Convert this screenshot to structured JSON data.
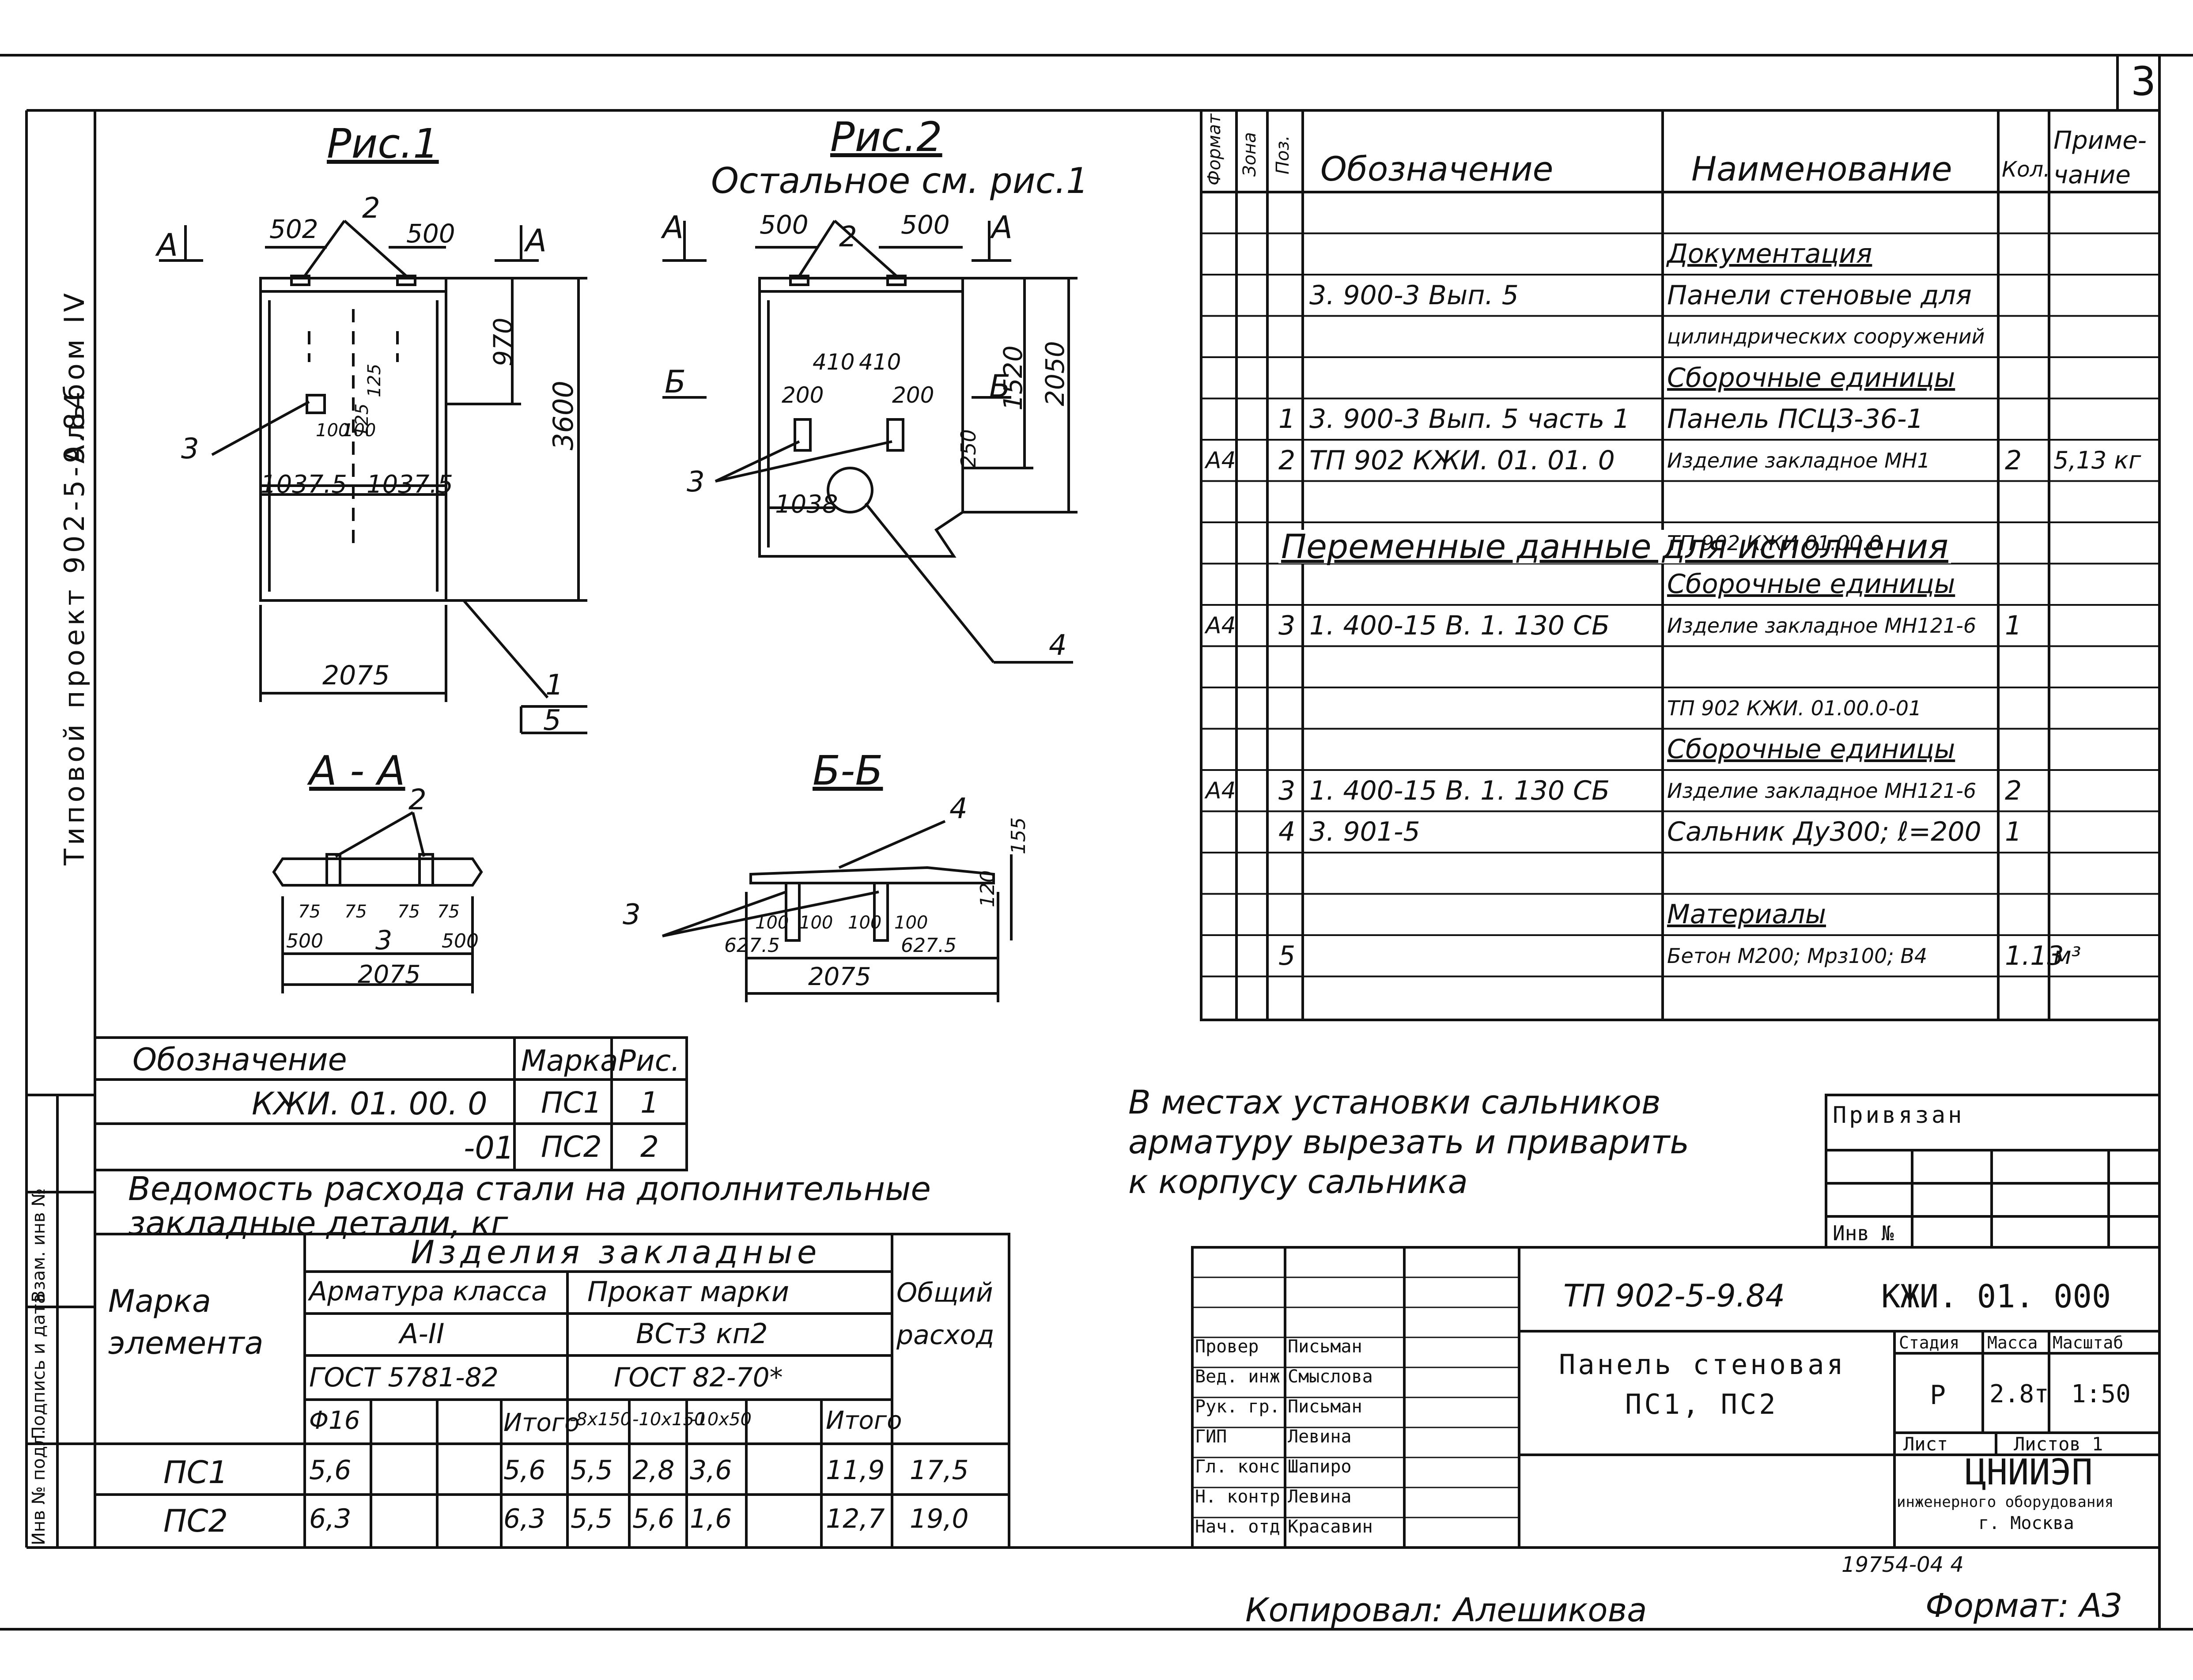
{
  "sheet": {
    "number": "3",
    "side_strip": {
      "project": "Типовой проект 902-5-9.84",
      "album": "Альбом IV",
      "inv_fields": [
        "Инв № подл.",
        "Подпись и дата",
        "Взам. инв №"
      ]
    }
  },
  "figures": {
    "fig1": {
      "title": "Рис.1",
      "dims": [
        "502",
        "500",
        "970",
        "3600",
        "125",
        "125",
        "100",
        "100",
        "1037.5",
        "1037.5",
        "2075"
      ],
      "section_marks": [
        "A",
        "A"
      ],
      "callouts": [
        "2",
        "3",
        "1",
        "5"
      ]
    },
    "fig2": {
      "title": "Рис.2",
      "subtitle": "Остальное см. рис.1",
      "dims": [
        "500",
        "500",
        "1520",
        "2050",
        "410",
        "410",
        "200",
        "200",
        "250",
        "1038"
      ],
      "section_marks": [
        "A",
        "A",
        "Б",
        "Б"
      ],
      "callouts": [
        "2",
        "3",
        "4"
      ]
    },
    "section_aa": {
      "title": "А - А",
      "dims": [
        "75",
        "75",
        "75",
        "75",
        "500",
        "500",
        "2075"
      ],
      "callouts": [
        "2",
        "3"
      ]
    },
    "section_bb": {
      "title": "Б-Б",
      "dims": [
        "155",
        "120",
        "100",
        "100",
        "100",
        "100",
        "627.5",
        "627.5",
        "2075"
      ],
      "callouts": [
        "4",
        "3"
      ]
    }
  },
  "spec_table": {
    "headers": [
      "Формат",
      "Зона",
      "Поз.",
      "Обозначение",
      "Наименование",
      "Кол.",
      "Приме-\nчание"
    ],
    "rows": [
      [
        "",
        "",
        "",
        "",
        "",
        "",
        ""
      ],
      [
        "",
        "",
        "",
        "",
        "Документация",
        "",
        ""
      ],
      [
        "",
        "",
        "",
        "3. 900-3  Вып. 5",
        "Панели стеновые для",
        "",
        ""
      ],
      [
        "",
        "",
        "",
        "",
        "цилиндрических сооружений",
        "",
        ""
      ],
      [
        "",
        "",
        "",
        "",
        "Сборочные единицы",
        "",
        ""
      ],
      [
        "",
        "",
        "1",
        "3. 900-3 Вып. 5 часть 1",
        "Панель ПСЦЗ-36-1",
        "",
        ""
      ],
      [
        "А4",
        "",
        "2",
        "ТП 902      КЖИ. 01. 01. 0",
        "Изделие закладное МН1",
        "2",
        "5,13 кг"
      ],
      [
        "",
        "",
        "",
        "",
        "",
        "",
        ""
      ],
      [
        "",
        "",
        "",
        "",
        "ТП 902       КЖИ 01.00.0",
        "",
        ""
      ],
      [
        "",
        "",
        "",
        "",
        "Сборочные единицы",
        "",
        ""
      ],
      [
        "А4",
        "",
        "3",
        "1. 400-15  В. 1. 130 СБ",
        "Изделие закладное МН121-6",
        "1",
        ""
      ],
      [
        "",
        "",
        "",
        "",
        "",
        "",
        ""
      ],
      [
        "",
        "",
        "",
        "",
        "ТП 902     КЖИ. 01.00.0-01",
        "",
        ""
      ],
      [
        "",
        "",
        "",
        "",
        "Сборочные единицы",
        "",
        ""
      ],
      [
        "А4",
        "",
        "3",
        "1. 400-15  В. 1. 130 СБ",
        "Изделие закладное МН121-6",
        "2",
        ""
      ],
      [
        "",
        "",
        "4",
        "3. 901-5",
        "Сальник Ду300; ℓ=200",
        "1",
        ""
      ],
      [
        "",
        "",
        "",
        "",
        "",
        "",
        ""
      ],
      [
        "",
        "",
        "",
        "",
        "Материалы",
        "",
        ""
      ],
      [
        "",
        "",
        "5",
        "",
        "Бетон М200; Мрз100; В4",
        "1.13",
        "м³"
      ]
    ],
    "variable_data_title": "Переменные данные для исполнения"
  },
  "marks_table": {
    "headers": [
      "Обозначение",
      "Марка",
      "Рис."
    ],
    "rows": [
      [
        "КЖИ. 01. 00. 0",
        "ПС1",
        "1"
      ],
      [
        "-01",
        "ПС2",
        "2"
      ]
    ]
  },
  "steel_table": {
    "title": "Ведомость расхода стали на дополнительные закладные детали, кг",
    "col_element": "Марка элемента",
    "group_header": "Изделия закладные",
    "rebar_header": "Арматура класса",
    "rebar_class": "А-II",
    "rebar_gost": "ГОСТ 5781-82",
    "rolled_header": "Прокат марки",
    "rolled_grade": "ВСт3 кп2",
    "rolled_gost": "ГОСТ 82-70*",
    "total_header": "Общий расход",
    "subcols": [
      "Φ16",
      "",
      "",
      "Итого",
      "-8x150",
      "-10x150",
      "-10x50",
      "",
      "Итого"
    ],
    "rows": [
      [
        "ПС1",
        "5,6",
        "",
        "",
        "5,6",
        "5,5",
        "2,8",
        "3,6",
        "",
        "11,9",
        "17,5"
      ],
      [
        "ПС2",
        "6,3",
        "",
        "",
        "6,3",
        "5,5",
        "5,6",
        "1,6",
        "",
        "12,7",
        "19,0"
      ]
    ]
  },
  "note": [
    "В местах установки сальников",
    "арматуру вырезать и приварить",
    "к корпусу сальника"
  ],
  "binding_box": {
    "label": "Привязан",
    "inv_label": "Инв №"
  },
  "title_block": {
    "code": "ТП 902-5-9.84",
    "doc": "КЖИ. 01. 000",
    "name": [
      "Панель стеновая",
      "ПС1, ПС2"
    ],
    "stage_label": "Стадия",
    "mass_label": "Масса",
    "scale_label": "Масштаб",
    "stage": "Р",
    "mass": "2.8т",
    "scale": "1:50",
    "sheet_label": "Лист",
    "sheets_label": "Листов 1",
    "org": [
      "ЦНИИЭП",
      "инженерного оборудования",
      "г. Москва"
    ],
    "people": [
      {
        "role": "Провер",
        "name": "Письман"
      },
      {
        "role": "Вед. инж.",
        "name": "Смыслова"
      },
      {
        "role": "Рук. гр.",
        "name": "Письман"
      },
      {
        "role": "ГИП",
        "name": "Левина"
      },
      {
        "role": "Гл. конс",
        "name": "Шапиро"
      },
      {
        "role": "Н. контр",
        "name": "Левина"
      },
      {
        "role": "Нач. отд",
        "name": "Красавин"
      }
    ],
    "archive_no": "19754-04  4"
  },
  "footer": {
    "copied": "Копировал: Алешикова",
    "format": "Формат: А3"
  }
}
